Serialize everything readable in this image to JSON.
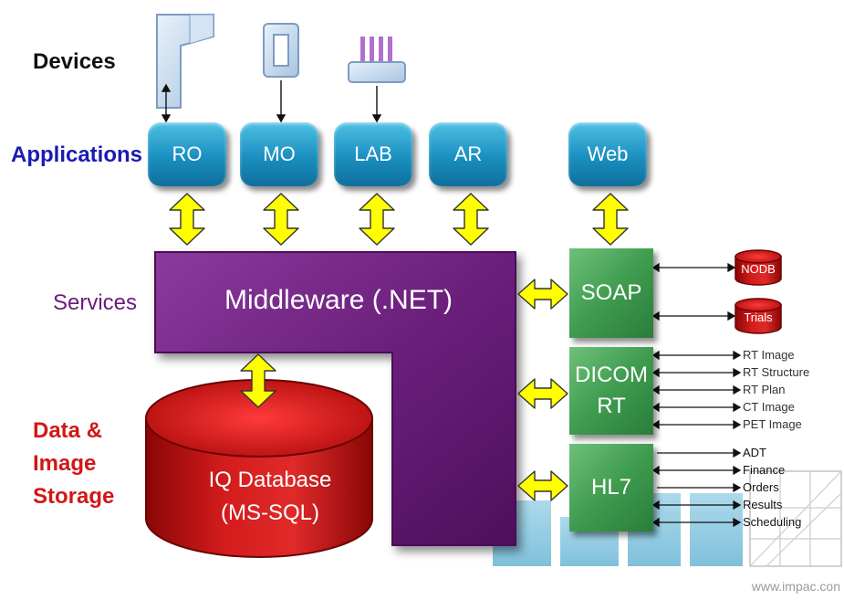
{
  "tiers": {
    "devices": "Devices",
    "applications": "Applications",
    "services": "Services",
    "storage": "Data &\nImage\nStorage"
  },
  "applications": [
    {
      "label": "RO"
    },
    {
      "label": "MO"
    },
    {
      "label": "LAB"
    },
    {
      "label": "AR"
    },
    {
      "label": "Web"
    }
  ],
  "middleware": {
    "label": "Middleware (.NET)"
  },
  "database": {
    "label": "IQ Database\n(MS-SQL)"
  },
  "services": {
    "soap": {
      "label": "SOAP",
      "outputs": [
        "NODB",
        "Trials"
      ]
    },
    "dicom": {
      "label": "DICOM\nRT",
      "outputs": [
        "RT Image",
        "RT Structure",
        "RT Plan",
        "CT Image",
        "PET Image"
      ]
    },
    "hl7": {
      "label": "HL7",
      "outputs": [
        "ADT",
        "Finance",
        "Orders",
        "Results",
        "Scheduling"
      ]
    }
  },
  "watermark": "www.impac.con",
  "colors": {
    "app_blue": "#1a8fc0",
    "middleware_purple": "#6b1f7c",
    "database_red": "#c81414",
    "service_green": "#3f9c4f",
    "arrow_yellow": "#ffff00",
    "logo_blue": "#7fc4de"
  },
  "icons": [
    "ro-device-icon",
    "mo-device-icon",
    "lab-device-icon"
  ]
}
